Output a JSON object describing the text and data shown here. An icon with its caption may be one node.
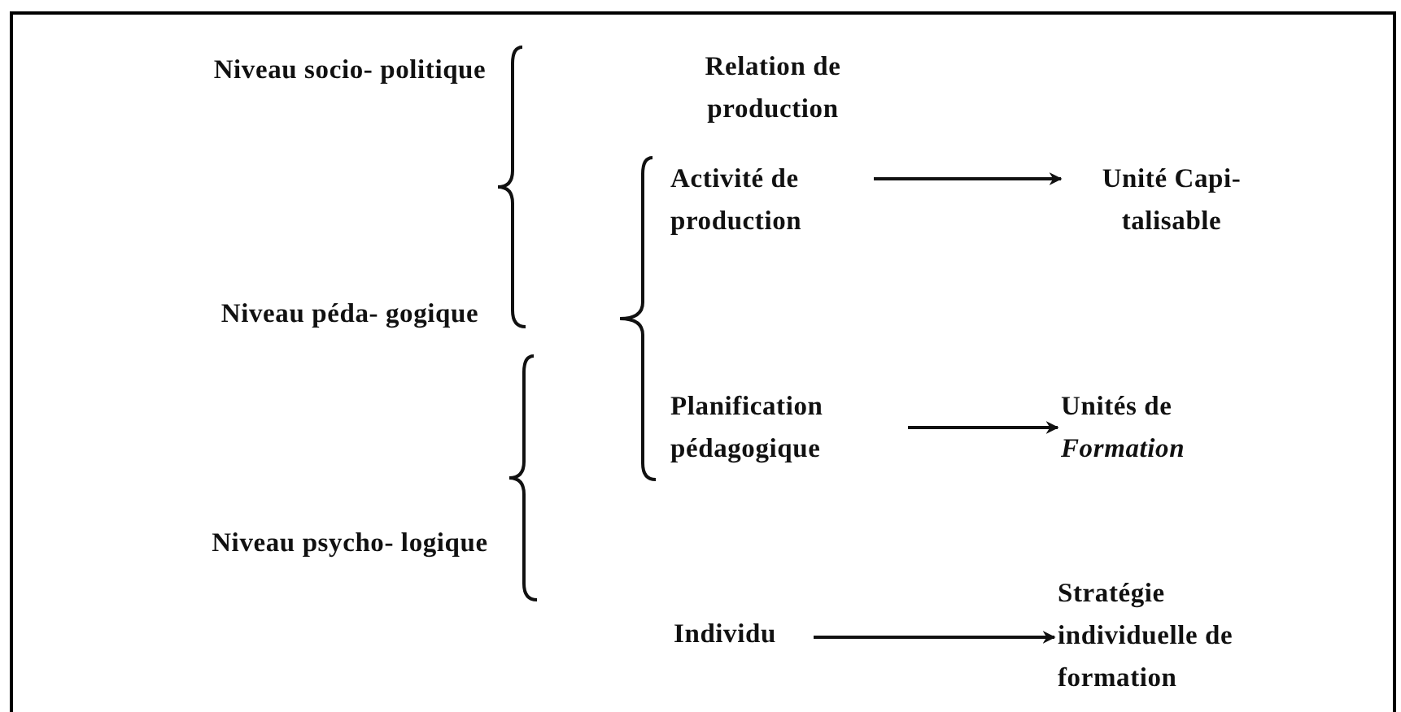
{
  "diagram": {
    "nodes": [
      {
        "text": [
          "Activité de production"
        ]
      },
      {
        "text": [
          "Unité Capi- talisable"
        ]
      },
      {
        "text": [
          "Planification pédagogique"
        ]
      },
      {
        "text": [
          "Unités de *Formation*"
        ]
      },
      {
        "text": [
          "Individu"
        ]
      },
      {
        "text": [
          "Stratégie individuelle de formation"
        ]
      }
    ],
    "edges": [
      {
        "from": 0,
        "to": 1,
        "arrow": "to"
      },
      {
        "from": 2,
        "to": 3,
        "arrow": "to"
      },
      {
        "from": 4,
        "to": 5,
        "arrow": "to"
      }
    ],
    "labels": [
      "Niveau socio- politique",
      "Relation de production",
      "Niveau péda- gogique",
      "Niveau psycho- logique"
    ]
  }
}
